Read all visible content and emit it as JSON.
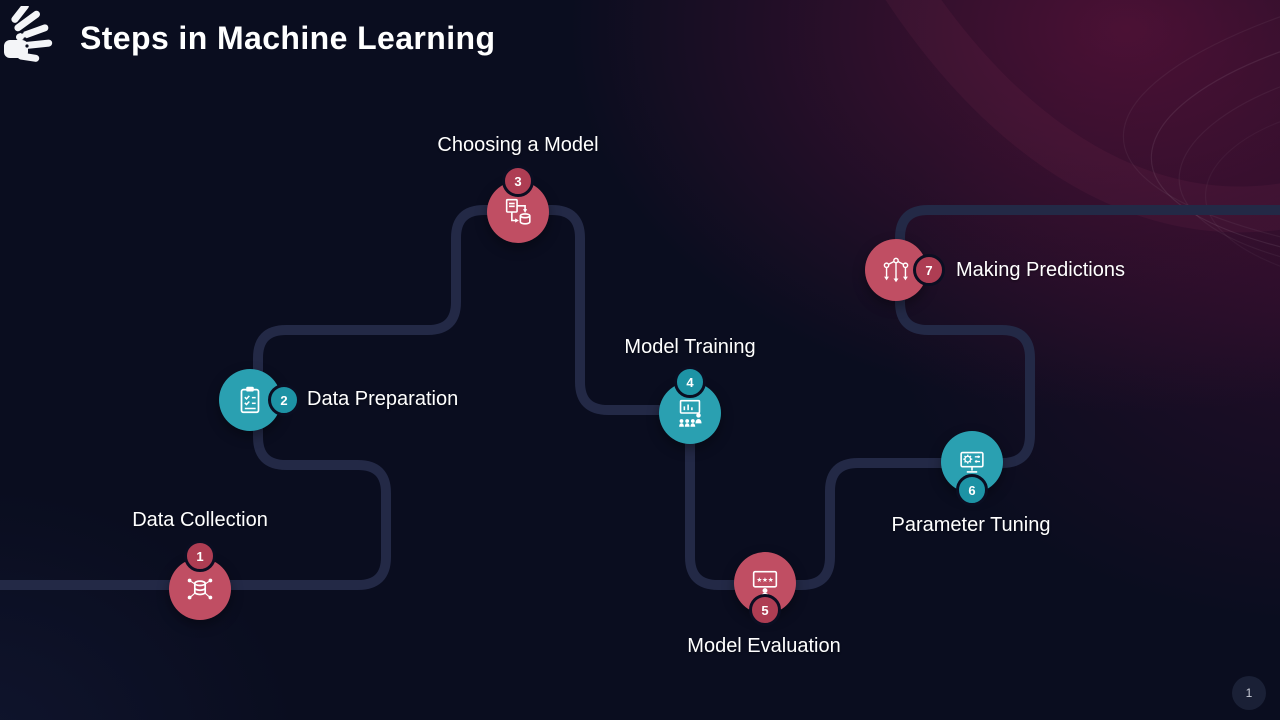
{
  "slide": {
    "title": "Steps in Machine Learning",
    "page_number": "1"
  },
  "colors": {
    "background": "#0a0d1f",
    "accent_red": "#c04e63",
    "accent_red_badge": "#ae3d53",
    "accent_teal": "#2aa0b1",
    "accent_teal_badge": "#1d93a5",
    "path": "#232946",
    "text": "#ffffff"
  },
  "steps": [
    {
      "number": "1",
      "label": "Data Collection",
      "color": "#c04e63",
      "icon": "data-collection-icon"
    },
    {
      "number": "2",
      "label": "Data Preparation",
      "color": "#2aa0b1",
      "icon": "data-preparation-icon"
    },
    {
      "number": "3",
      "label": "Choosing a Model",
      "color": "#c04e63",
      "icon": "choosing-model-icon"
    },
    {
      "number": "4",
      "label": "Model Training",
      "color": "#2aa0b1",
      "icon": "model-training-icon"
    },
    {
      "number": "5",
      "label": "Model Evaluation",
      "color": "#c04e63",
      "icon": "model-evaluation-icon"
    },
    {
      "number": "6",
      "label": "Parameter Tuning",
      "color": "#2aa0b1",
      "icon": "parameter-tuning-icon"
    },
    {
      "number": "7",
      "label": "Making Predictions",
      "color": "#c04e63",
      "icon": "making-predictions-icon"
    }
  ]
}
